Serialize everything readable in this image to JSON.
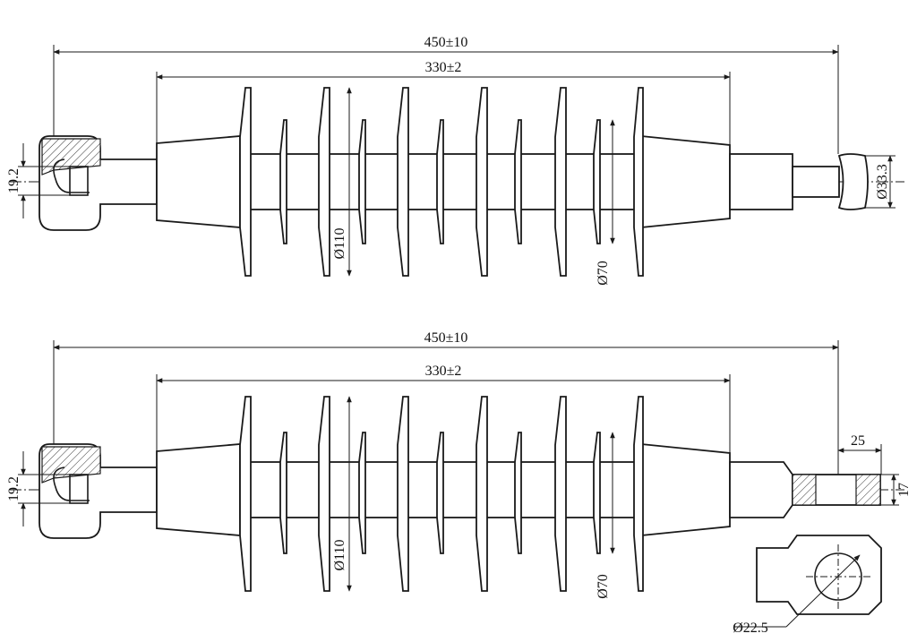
{
  "top_view": {
    "overall_length": "450±10",
    "insulation_length": "330±2",
    "eye_dimension": "19.2",
    "large_shed_diameter": "Ø110",
    "small_shed_diameter": "Ø70",
    "ball_diameter": "Ø33.3"
  },
  "bottom_view": {
    "overall_length": "450±10",
    "insulation_length": "330±2",
    "eye_dimension": "19.2",
    "large_shed_diameter": "Ø110",
    "small_shed_diameter": "Ø70",
    "tongue_length": "25",
    "tongue_thickness": "17",
    "hole_diameter": "Ø22.5"
  }
}
